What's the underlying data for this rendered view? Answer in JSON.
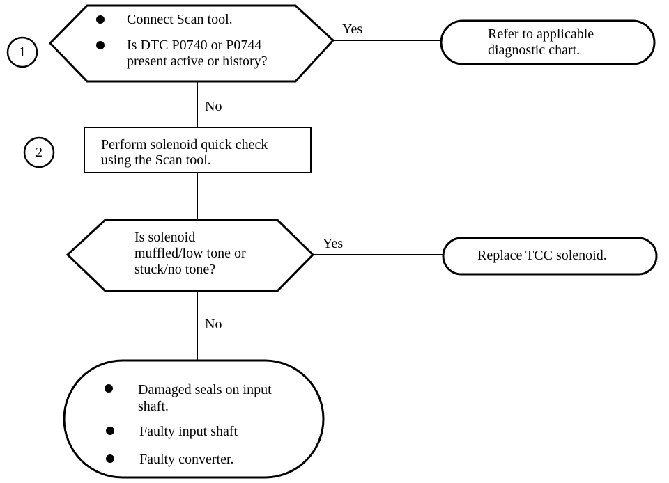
{
  "step1": {
    "number": "1",
    "decision_line1": "Connect Scan tool.",
    "decision_line2": "Is  DTC P0740 or P0744",
    "decision_line3": "present active or history?",
    "yes_label": "Yes",
    "no_label": "No",
    "yes_result_line1": "Refer to applicable",
    "yes_result_line2": "diagnostic chart."
  },
  "step2": {
    "number": "2",
    "action_line1": "Perform solenoid quick check",
    "action_line2": "using the Scan tool."
  },
  "step3": {
    "question_line1": "Is solenoid",
    "question_line2": "muffled/low tone or",
    "question_line3": "stuck/no tone?",
    "yes_label": "Yes",
    "no_label": "No",
    "yes_result": "Replace TCC solenoid."
  },
  "final": {
    "items": [
      {
        "line1": "Damaged seals on input",
        "line2": "shaft."
      },
      {
        "line1": "Faulty input shaft"
      },
      {
        "line1": "Faulty converter."
      }
    ]
  }
}
